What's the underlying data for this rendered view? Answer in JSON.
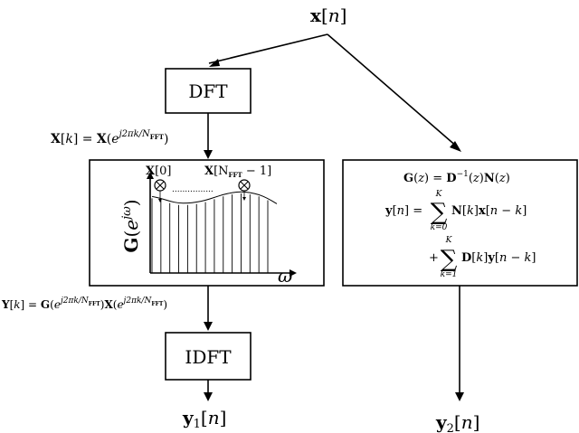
{
  "input": {
    "var": "x",
    "idx": "[",
    "n": "n",
    "close": "]"
  },
  "dft": {
    "label": "DFT"
  },
  "idft": {
    "label": "IDFT"
  },
  "eq_X": {
    "lhs": "X",
    "lk": "[",
    "k": "k",
    "rk": "] = ",
    "X": "X",
    "open": "(",
    "e": "e",
    "exp": "j2πk/N",
    "sub": "FFT",
    "close": ")"
  },
  "eq_Y": {
    "lhs": "Y",
    "lk": "[",
    "k": "k",
    "rk": "] = ",
    "G": "G",
    "open1": "(",
    "e1": "e",
    "exp1": "j2πk/N",
    "sub1": "FFT",
    "mid": ")",
    "X": "X",
    "open2": "(",
    "e2": "e",
    "exp2": "j2πk/N",
    "sub2": "FFT",
    "close": ")"
  },
  "freq_panel": {
    "x0": {
      "X": "X",
      "idx": "[0]"
    },
    "xN": {
      "X": "X",
      "open": "[N",
      "sub": "FFT",
      "rest": " − 1]"
    },
    "dots": "................",
    "ylabel": {
      "G": "G",
      "open": "(",
      "e": "e",
      "exp": "jω",
      "close": ")"
    },
    "xlabel": "ω"
  },
  "filter_panel": {
    "line1": {
      "G": "G",
      "a": "(",
      "z": "z",
      "b": ") = ",
      "D": "D",
      "sup": "−1",
      "c": "(",
      "z2": "z",
      "d": ")",
      "N": "N",
      "e": "(",
      "z3": "z",
      "f": ")"
    },
    "line2": {
      "y": "y",
      "a": "[",
      "n": "n",
      "b": "] = ",
      "sigma": "∑",
      "upper": "K",
      "lower": "k=0",
      "N": "N",
      "c": "[",
      "k": "k",
      "d": "]",
      "x": "x",
      "e": "[",
      "n2": "n",
      "minus": " − ",
      "k2": "k",
      "f": "]"
    },
    "line3": {
      "plus": "+",
      "sigma": "∑",
      "upper": "K",
      "lower": "k=1",
      "D": "D",
      "c": "[",
      "k": "k",
      "d": "]",
      "y": "y",
      "e": "[",
      "n2": "n",
      "minus": " − ",
      "k2": "k",
      "f": "]"
    }
  },
  "output1": {
    "var": "y",
    "sub": "1",
    "idx": "[",
    "n": "n",
    "close": "]"
  },
  "output2": {
    "var": "y",
    "sub": "2",
    "idx": "[",
    "n": "n",
    "close": "]"
  },
  "chart_data": {
    "type": "bar",
    "bin_count": 14,
    "values": [
      0.78,
      0.76,
      0.73,
      0.71,
      0.71,
      0.72,
      0.74,
      0.77,
      0.8,
      0.82,
      0.83,
      0.82,
      0.8,
      0.76
    ],
    "xlabel": "ω",
    "ylabel": "G(e^{jω})"
  }
}
